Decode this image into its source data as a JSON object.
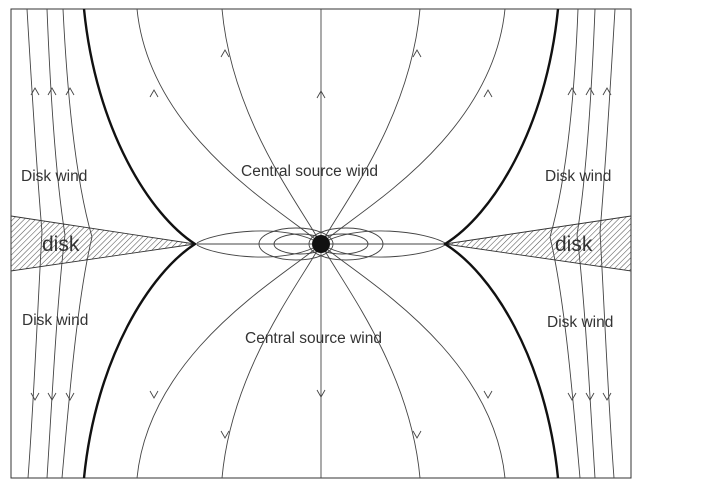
{
  "labels": {
    "disk_left": "disk",
    "disk_right": "disk",
    "disk_wind_upper_left": "Disk wind",
    "disk_wind_upper_right": "Disk wind",
    "disk_wind_lower_left": "Disk wind",
    "disk_wind_lower_right": "Disk wind",
    "central_wind_upper": "Central source wind",
    "central_wind_lower": "Central source wind"
  },
  "colors": {
    "line": "#444444",
    "separatrix": "#111111",
    "central_source": "#111111",
    "disk_hatch": "#555555",
    "text": "#333333"
  }
}
